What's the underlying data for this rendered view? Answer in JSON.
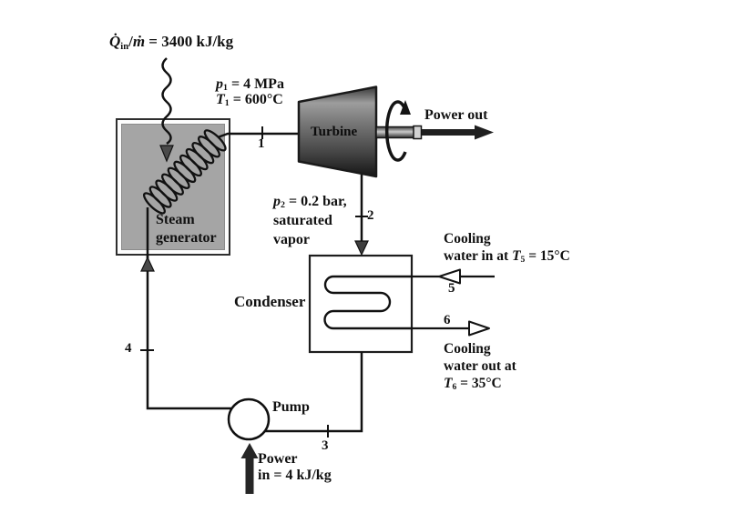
{
  "diagram": {
    "heat_input": {
      "term": "Q̇",
      "term_sub": "in",
      "slash": "/",
      "mdot": "ṁ",
      "value": " = 3400 kJ/kg"
    },
    "state1": {
      "p": "p",
      "p_sub": "1",
      "p_val": " = 4 MPa",
      "T": "T",
      "T_sub": "1",
      "T_val": " = 600°C"
    },
    "state2": {
      "p": "p",
      "p_sub": "2",
      "p_val": " = 0.2 bar,",
      "line2": "saturated",
      "line3": "vapor"
    },
    "steam_generator": {
      "line1": "Steam",
      "line2": "generator"
    },
    "turbine_label": "Turbine",
    "power_out_label": "Power out",
    "condenser_label": "Condenser",
    "pump_label": "Pump",
    "power_in": {
      "line1": "Power",
      "line2": "in = 4 kJ/kg"
    },
    "cooling_in": {
      "line1": "Cooling",
      "line2_prefix": "water in at ",
      "T": "T",
      "T_sub": "5",
      "T_val": " = 15°C"
    },
    "cooling_out": {
      "line1": "Cooling",
      "line2": "water out at",
      "T": "T",
      "T_sub": "6",
      "T_val": " = 35°C"
    },
    "points": {
      "p1": "1",
      "p2": "2",
      "p3": "3",
      "p4": "4",
      "p5": "5",
      "p6": "6"
    }
  },
  "colors": {
    "line": "#111111",
    "steam_generator_fill": "#a5a5a5",
    "turbine_dark": "#161616",
    "turbine_light": "#9d9d9d",
    "arrow_fill": "#4a4a4a",
    "background": "#ffffff"
  }
}
